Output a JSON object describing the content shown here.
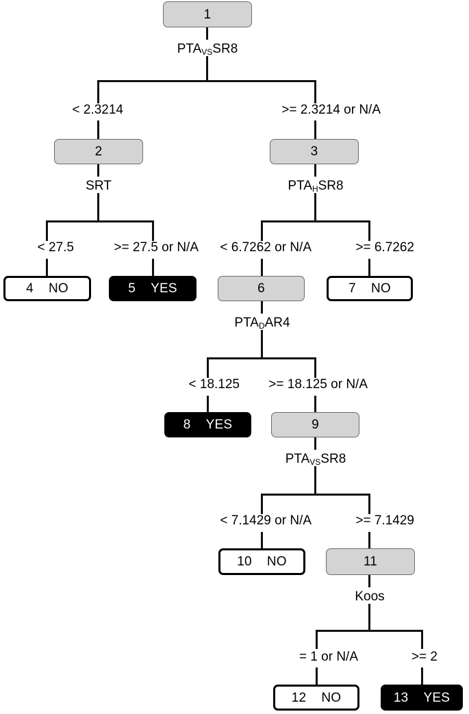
{
  "diagram": {
    "type": "decision-tree",
    "title": "",
    "colors": {
      "internal_node_fill": "#d4d4d4",
      "internal_node_border": "#6b6b6b",
      "leaf_no_fill": "#ffffff",
      "leaf_yes_fill": "#000000",
      "edge_color": "#111111",
      "background": "#ffffff"
    },
    "nodes": [
      {
        "id": "1",
        "kind": "internal",
        "split_variable": "PTA",
        "split_variable_sub": "VS",
        "split_variable_suffix": "SR8",
        "verdict": ""
      },
      {
        "id": "2",
        "kind": "internal",
        "split_variable": "SRT",
        "split_variable_sub": "",
        "split_variable_suffix": "",
        "verdict": ""
      },
      {
        "id": "3",
        "kind": "internal",
        "split_variable": "PTA",
        "split_variable_sub": "H",
        "split_variable_suffix": "SR8",
        "verdict": ""
      },
      {
        "id": "4",
        "kind": "leaf",
        "split_variable": "",
        "split_variable_sub": "",
        "split_variable_suffix": "",
        "verdict": "NO"
      },
      {
        "id": "5",
        "kind": "leaf",
        "split_variable": "",
        "split_variable_sub": "",
        "split_variable_suffix": "",
        "verdict": "YES"
      },
      {
        "id": "6",
        "kind": "internal",
        "split_variable": "PTA",
        "split_variable_sub": "D",
        "split_variable_suffix": "AR4",
        "verdict": ""
      },
      {
        "id": "7",
        "kind": "leaf",
        "split_variable": "",
        "split_variable_sub": "",
        "split_variable_suffix": "",
        "verdict": "NO"
      },
      {
        "id": "8",
        "kind": "leaf",
        "split_variable": "",
        "split_variable_sub": "",
        "split_variable_suffix": "",
        "verdict": "YES"
      },
      {
        "id": "9",
        "kind": "internal",
        "split_variable": "PTA",
        "split_variable_sub": "VS",
        "split_variable_suffix": "SR8",
        "verdict": ""
      },
      {
        "id": "10",
        "kind": "leaf",
        "split_variable": "",
        "split_variable_sub": "",
        "split_variable_suffix": "",
        "verdict": "NO"
      },
      {
        "id": "11",
        "kind": "internal",
        "split_variable": "Koos",
        "split_variable_sub": "",
        "split_variable_suffix": "",
        "verdict": ""
      },
      {
        "id": "12",
        "kind": "leaf",
        "split_variable": "",
        "split_variable_sub": "",
        "split_variable_suffix": "",
        "verdict": "NO"
      },
      {
        "id": "13",
        "kind": "leaf",
        "split_variable": "",
        "split_variable_sub": "",
        "split_variable_suffix": "",
        "verdict": "YES"
      }
    ],
    "edges": [
      {
        "from": "1",
        "to": "2",
        "label": "< 2.3214"
      },
      {
        "from": "1",
        "to": "3",
        "label": ">= 2.3214 or N/A"
      },
      {
        "from": "2",
        "to": "4",
        "label": "< 27.5"
      },
      {
        "from": "2",
        "to": "5",
        "label": ">= 27.5 or N/A"
      },
      {
        "from": "3",
        "to": "6",
        "label": "< 6.7262 or N/A"
      },
      {
        "from": "3",
        "to": "7",
        "label": ">= 6.7262"
      },
      {
        "from": "6",
        "to": "8",
        "label": "< 18.125"
      },
      {
        "from": "6",
        "to": "9",
        "label": ">= 18.125 or N/A"
      },
      {
        "from": "9",
        "to": "10",
        "label": "< 7.1429 or N/A"
      },
      {
        "from": "9",
        "to": "11",
        "label": ">= 7.1429"
      },
      {
        "from": "11",
        "to": "12",
        "label": "= 1 or N/A"
      },
      {
        "from": "11",
        "to": "13",
        "label": ">= 2"
      }
    ]
  }
}
